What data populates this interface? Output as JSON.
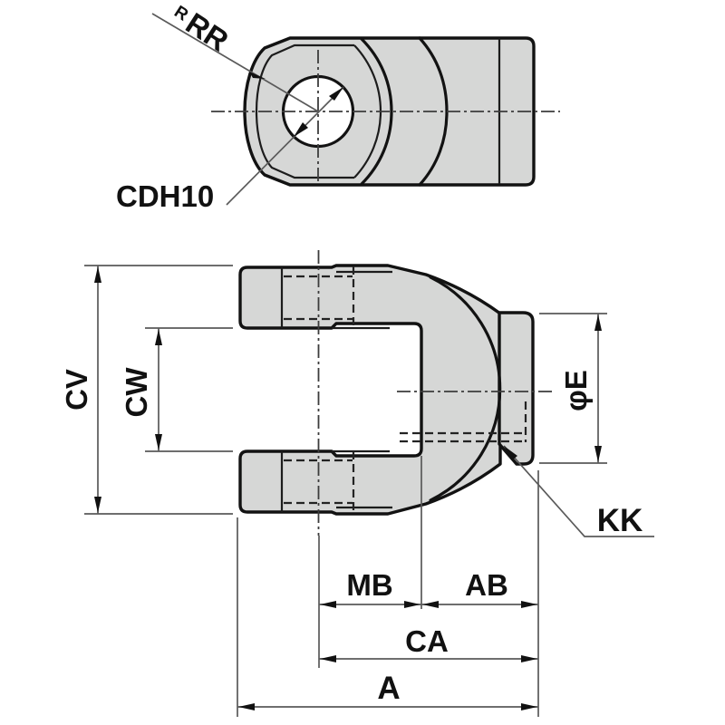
{
  "drawing": {
    "title_hint": "clevis knuckle joint 2-view dimension drawing",
    "colors": {
      "background": "#ffffff",
      "part_fill": "#d6d7d6",
      "outline": "#121212",
      "dimension_lines": "#5a5a5a"
    },
    "labels": {
      "radius_prefix": "R",
      "radius": "RR",
      "hole": "CDH10",
      "cv": "CV",
      "cw": "CW",
      "phi_e": "φE",
      "kk": "KK",
      "mb": "MB",
      "ab": "AB",
      "ca": "CA",
      "a": "A"
    }
  }
}
